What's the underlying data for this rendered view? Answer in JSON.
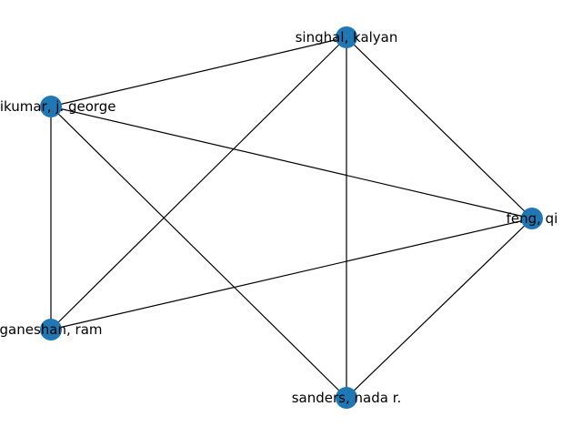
{
  "graph": {
    "node_color": "#1f77b4",
    "edge_color": "#000000",
    "label_color": "#000000",
    "nodes": [
      {
        "id": "singhal",
        "label": "singhal, kalyan"
      },
      {
        "id": "karthikumar",
        "label": "thikumar, j. george"
      },
      {
        "id": "feng",
        "label": "feng, qi"
      },
      {
        "id": "ganeshan",
        "label": "ganeshan, ram"
      },
      {
        "id": "sanders",
        "label": "sanders, nada r."
      }
    ],
    "edges": [
      {
        "source": "singhal",
        "target": "karthikumar"
      },
      {
        "source": "singhal",
        "target": "feng"
      },
      {
        "source": "singhal",
        "target": "ganeshan"
      },
      {
        "source": "singhal",
        "target": "sanders"
      },
      {
        "source": "karthikumar",
        "target": "feng"
      },
      {
        "source": "karthikumar",
        "target": "ganeshan"
      },
      {
        "source": "karthikumar",
        "target": "sanders"
      },
      {
        "source": "feng",
        "target": "ganeshan"
      },
      {
        "source": "feng",
        "target": "sanders"
      }
    ]
  }
}
